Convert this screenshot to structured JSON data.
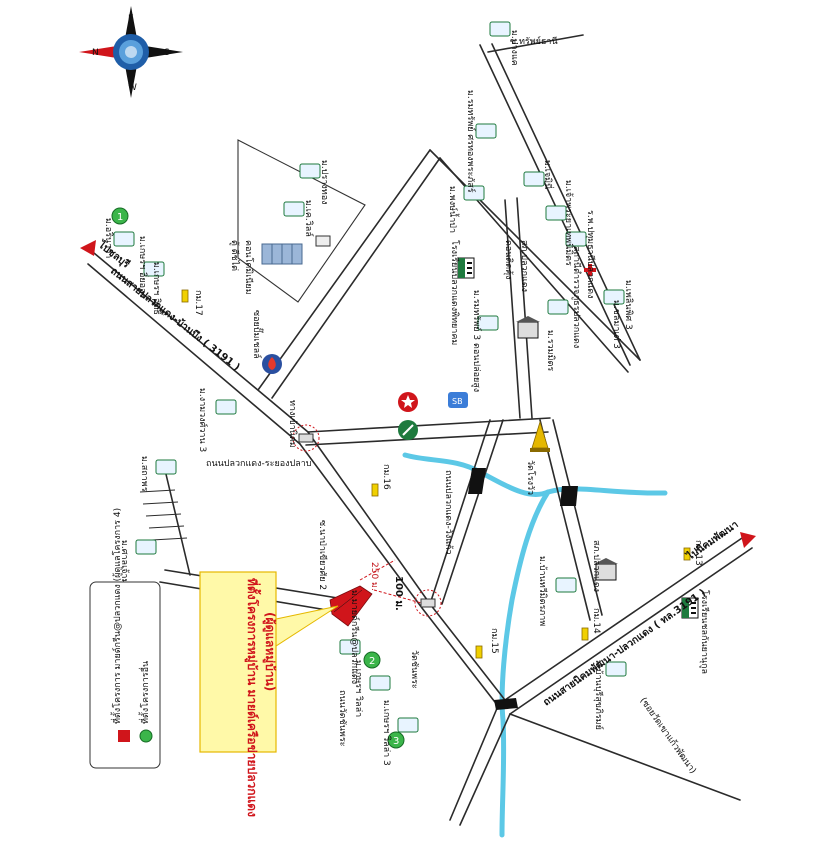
{
  "labels": {
    "compass_e": "E",
    "compass_s": "S",
    "compass_w": "W",
    "compass_n": "N",
    "road_top": "ซ.ทรัพย์ธานี",
    "village_bangkhae": "ม.บางแค",
    "village_suppakorn": "ม.รมทรัพย์ ศรทองพระภัสร์",
    "village_hospital": "ร.พ.ปทุมธานีปลวกแดง",
    "village_gemini": "ม.เจมินี่",
    "village_ploenpit": "ม.เพลินพิศ 3",
    "village_chaopraya": "ม.เจ้าพระยาเทพนิมิตร",
    "village_ponyfarm": "ม.ปรางทอง",
    "village_pongnampa": "ม.พงษ์น้ำป่า",
    "village_kvill": "ม.เค.วิลล์",
    "village_rmtrp3": "ม.รมทรัพย์ 3 ดอนปล่อยสูง",
    "school_top": "โรงเรียนปลวกแดงพิทยาคม",
    "police": "สถานีตำรวจภูธรปลวกแดง",
    "ruammit": "ม.รวมมิตร",
    "chalerm": "ม.ชลมาเต่ 3",
    "dondidkhung": "ดอนดิดคุ้ง",
    "lbpark": "ตู้ ตีชไต่",
    "dormcomplex": "คอนโดมิเนียม",
    "village1": "ม.อรินาวา",
    "village_kesaranarai": "ม.เกษรฯ อิ่ยออง",
    "village_kesara2": "ม.เกษรฯ อิทธิ์",
    "road_main_left": "ถนนสายปลวกแดง-บ้านบึง ( 3191 )",
    "to_chonburi": "ไปชลบุรี",
    "km17": "กม.17",
    "gas": "ซอยปั๊มเชลล์",
    "village_ngamwong": "ม.งามวงศ์วาน 3",
    "road_plant": "ถนนปลวกแดง-ระยองปลาบ",
    "plant_gate": "ทางเข้านิคม",
    "km16": "กม.16",
    "village_sathukit": "ม.สถาพร",
    "village_mina": "ม.ศาลเจ้าม",
    "km_x": "ซ.นาป่าเขียวศัย 2",
    "dist_250": "250 ม.",
    "dist_100": "100 ม.",
    "proj_name": "ที่ตั้งโครงการหมู่บ้าน มายด์เครือข่ายปลวกแดง",
    "proj_sub": "(ผู้ดูแลหมู่บ้าน)",
    "village_mynd": "ม.มายด์กรีน@ปลวกแดง",
    "village_kesara_w": "ม.เกษรฯ วิลล่า",
    "village_kesara3": "ม.เกษรฯ วิลล่า 3",
    "road_watchanpra": "ถนนวัดชันพระ",
    "wat_label": "วัดชันพระ",
    "road_pluak_kaew": "ถนนปลวกแดง-วังแก้ว",
    "km15": "กม.15",
    "temple_label": "วัดโรงวัว",
    "police_station": "สภ.ปลวกแดง",
    "village_bantawee": "ม.บ้านทวีมิตรภาพ",
    "km14": "กม.14",
    "road_main_right": "ถนนสายนิคมพัฒนา-ปลวกแดง ( ทล.3191 )",
    "to_nikom": "ไปนิคมพัฒนา",
    "km13": "กม.13",
    "school_right": "โรงเรียนชลกันยานุกูล",
    "village_banpin": "ม.บ้านบุรีสุขภิรมย์",
    "road_bottom": "(ซอยวัดเขาแก้วพัฒนา)",
    "legend_project": "ที่ตั้งโครงการ มายด์กรีน@ปลวกแดง (ผู้ดูแลโครงการ 4)",
    "legend_other": "ที่ตั้งโครงการอื่น"
  },
  "badges": {
    "b1": "1",
    "b2": "2",
    "b3": "3"
  },
  "colors": {
    "river": "#5cc8e6",
    "project": "#d0151b",
    "callout": "#fff9a8",
    "badge": "#3bb54a"
  }
}
